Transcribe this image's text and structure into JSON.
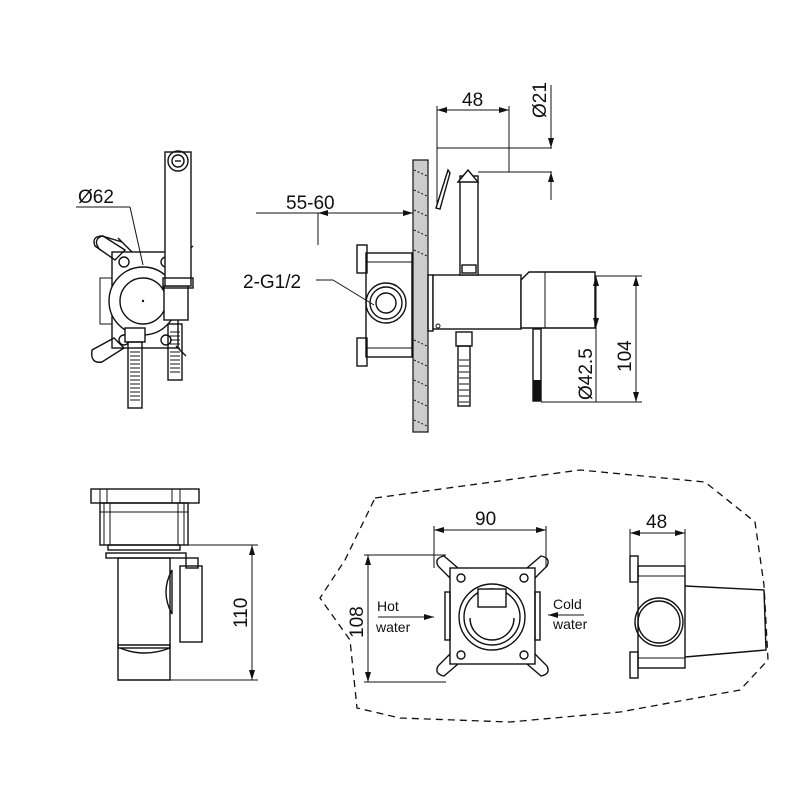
{
  "dimensions": {
    "front_diameter": "Ø62",
    "wall_depth": "55-60",
    "inlet_thread": "2-G1/2",
    "spout_width": "48",
    "spout_diameter": "Ø21",
    "body_height": "104",
    "body_diameter": "Ø42.5",
    "box_depth": "110",
    "box_width": "90",
    "box_height": "108",
    "box_side_width": "48"
  },
  "labels": {
    "hot_line1": "Hot",
    "hot_line2": "water",
    "cold_line1": "Cold",
    "cold_line2": "water"
  }
}
